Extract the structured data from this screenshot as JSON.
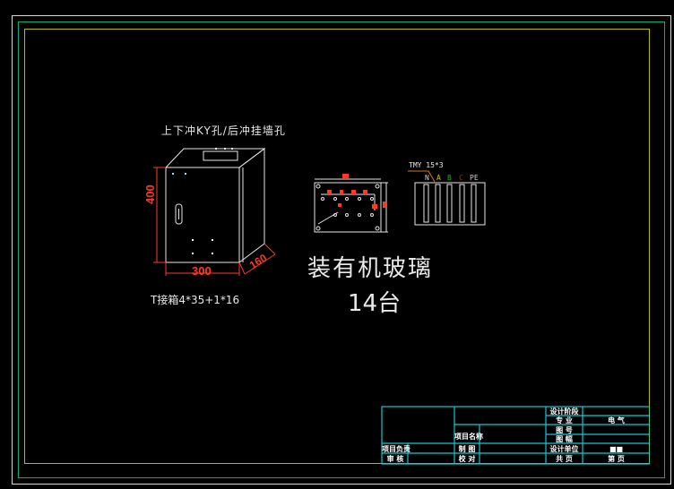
{
  "drawing": {
    "frames": {
      "outer_color": "#d9d9d9",
      "middle_color": "#0fa87a",
      "inner_color": "#b8b800"
    },
    "header_label": "上下冲KY孔/后冲挂墙孔",
    "enclosure": {
      "dimensions": {
        "height": "400",
        "width": "300",
        "depth": "160"
      },
      "caption": "T接箱4*35+1*16",
      "dimension_color": "#ff3b1f"
    },
    "wiring_label": "TMY 15*3",
    "phases": [
      {
        "label": "N",
        "color": "#d0d0d0"
      },
      {
        "label": "A",
        "color": "#d4c300"
      },
      {
        "label": "B",
        "color": "#1fae1f"
      },
      {
        "label": "C",
        "color": "#c0201a"
      },
      {
        "label": "PE",
        "color": "#d0d0d0"
      }
    ],
    "note_line1": "装有机玻璃",
    "note_line2": "14台"
  },
  "title_block": {
    "line_color": "#15c8d0",
    "left": {
      "project_leader": "项目负责",
      "review": "审 核",
      "project_name": "项目名称",
      "drawn": "制 图",
      "checked": "校 对"
    },
    "right": {
      "design_stage": "设计阶段",
      "discipline_label": "专 业",
      "discipline_value": "电 气",
      "drawing_no": "图 号",
      "sheet_size": "图 幅",
      "design_unit": "设计单位",
      "design_unit_value": "■■",
      "total_pages": "共 页",
      "page_value": "第 页"
    }
  }
}
